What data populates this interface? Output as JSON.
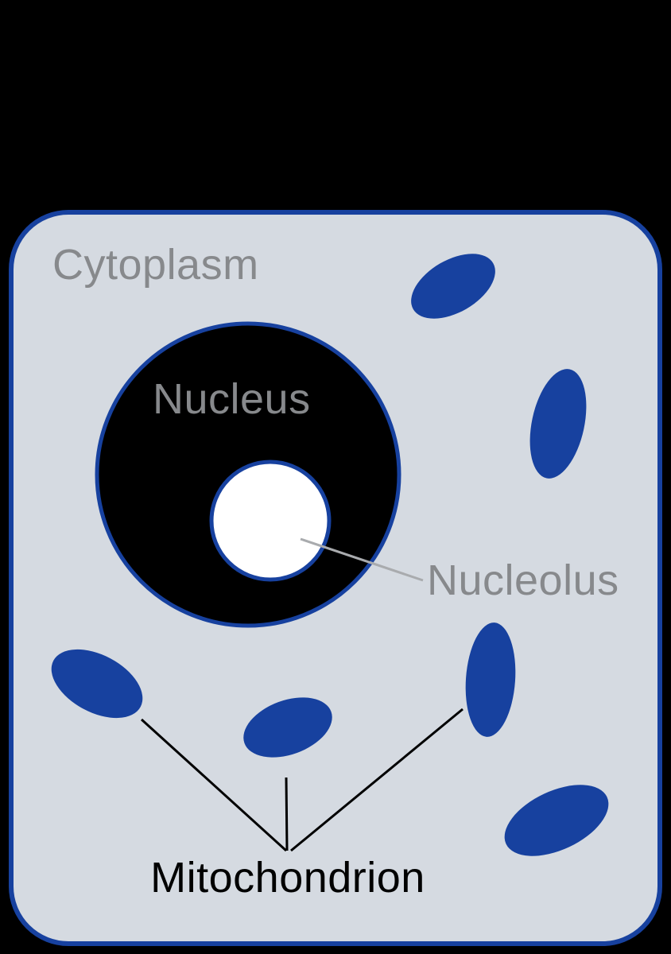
{
  "diagram": {
    "subject": "animal cell",
    "labels": {
      "cytoplasm": "Cytoplasm",
      "nucleus": "Nucleus",
      "nucleolus": "Nucleolus",
      "mitochondrion": "Mitochondrion"
    },
    "mitochondria_count": 6,
    "colors": {
      "background": "#000000",
      "cell_fill": "#d5dae1",
      "organelle_blue": "#17419f",
      "nucleus_fill": "#000000",
      "nucleolus_fill": "#ffffff",
      "label_gray": "#87898c",
      "pointer_gray": "#a9abae",
      "pointer_black": "#000000"
    }
  }
}
